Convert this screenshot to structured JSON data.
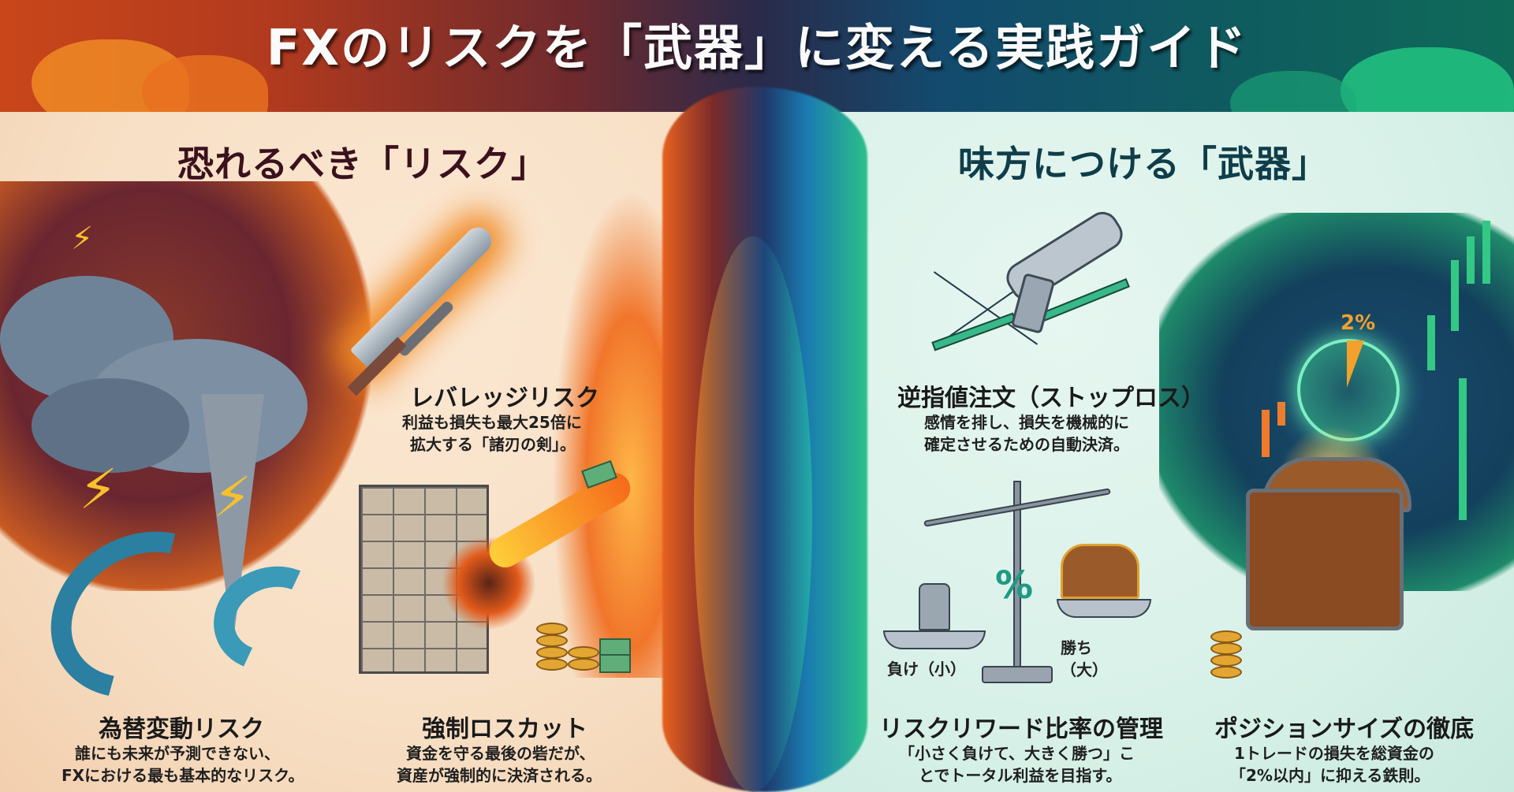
{
  "header": {
    "title": "FXのリスクを「武器」に変える実践ガイド",
    "colors": {
      "left": "#c9461a",
      "center": "#2a2a4a",
      "right": "#0f6a58",
      "title_text": "#fafafa"
    }
  },
  "left_panel": {
    "section_title": "恐れるべき「リスク」",
    "background": "#f7e2cb",
    "title_color": "#3b111e",
    "items": [
      {
        "title": "レバレッジリスク",
        "description": [
          "利益も損失も最大25倍に",
          "拡大する「諸刃の剣」。"
        ],
        "icon": "flaming-sword-icon"
      },
      {
        "title": "為替変動リスク",
        "description": [
          "誰にも未来が予測できない、",
          "FXにおける最も基本的なリスク。"
        ],
        "icon": "storm-tornado-wave-icon"
      },
      {
        "title": "強制ロスカット",
        "description": [
          "資金を守る最後の砦だが、",
          "資産が強制的に決済される。"
        ],
        "icon": "broken-wall-icon"
      }
    ]
  },
  "right_panel": {
    "section_title": "味方につける「武器」",
    "background": "#d8f1e8",
    "title_color": "#0f3d4a",
    "items": [
      {
        "title": "逆指値注文（ストップロス）",
        "description": [
          "感情を排し、損失を機械的に",
          "確定させるための自動決済。"
        ],
        "icon": "robot-arm-cut-icon"
      },
      {
        "title": "リスクリワード比率の管理",
        "description": [
          "「小さく負けて、大きく勝つ」こ",
          "とでトータル利益を目指す。"
        ],
        "icon": "balance-scale-icon",
        "labels": {
          "lose": "負け（小）",
          "win_line1": "勝ち",
          "win_line2": "（大）",
          "symbol": "%"
        }
      },
      {
        "title": "ポジションサイズの徹底",
        "description": [
          "1トレードの損失を総資金の",
          "「2%以内」に抑える鉄則。"
        ],
        "icon": "treasure-chest-icon",
        "labels": {
          "percent": "2%"
        }
      }
    ]
  }
}
